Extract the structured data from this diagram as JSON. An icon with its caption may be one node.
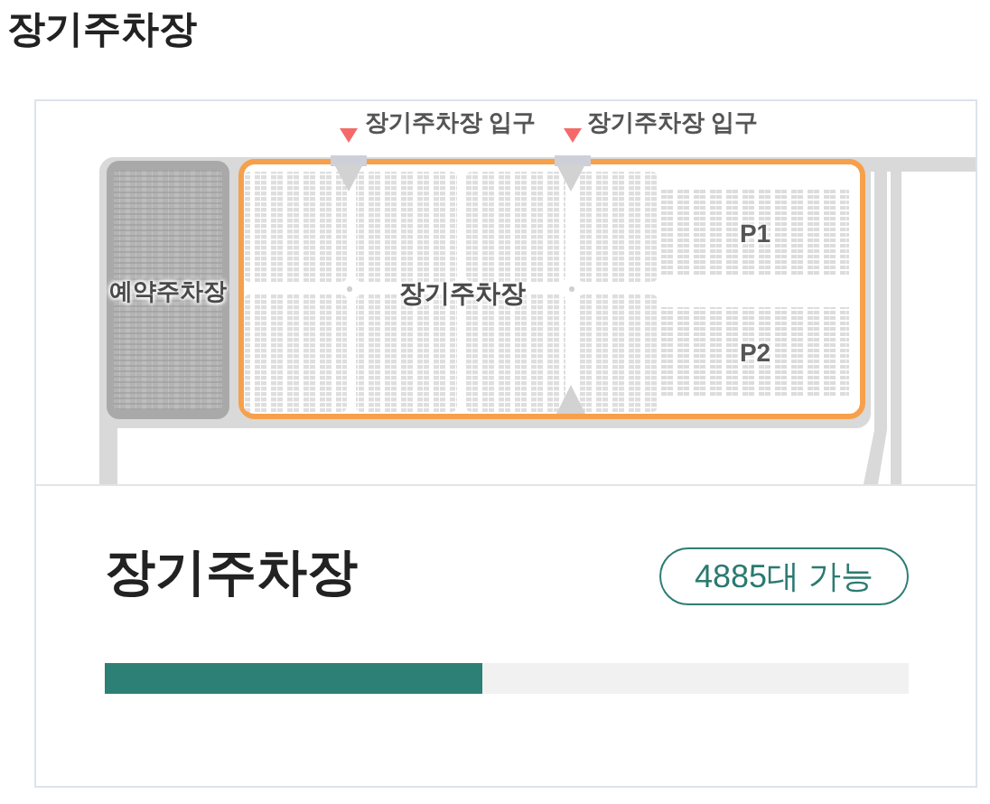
{
  "diagram": {
    "title": "장기주차장",
    "nodes": [
      {
        "text": [
          "예약주차장"
        ]
      },
      {
        "text": [
          "장기주차장"
        ]
      },
      {
        "text": [
          "P1"
        ],
        "in": 1
      },
      {
        "text": [
          "P2"
        ],
        "in": 1
      },
      {
        "text": [
          "4885대 가능"
        ]
      }
    ],
    "labels": [
      "장기주차장 입구",
      "장기주차장 입구",
      "장기주차장"
    ]
  }
}
